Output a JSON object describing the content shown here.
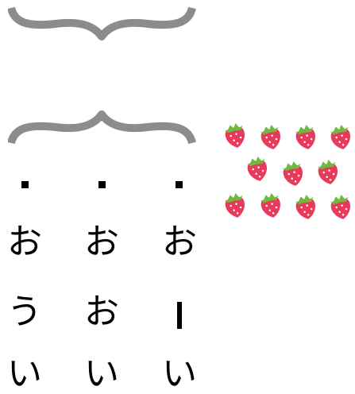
{
  "kana_columns": [
    {
      "top": "お",
      "middle": "う",
      "bottom": "い",
      "middle_type": "text"
    },
    {
      "top": "お",
      "middle": "お",
      "bottom": "い",
      "middle_type": "text"
    },
    {
      "top": "お",
      "middle": "",
      "bottom": "い",
      "middle_type": "long-vowel-bar"
    }
  ],
  "dots_count": 3,
  "strawberries": {
    "count": 11,
    "icon": "strawberry-icon"
  },
  "colors": {
    "brace": "#8c8c8c",
    "text": "#000000",
    "strawberry": "#e83a5a",
    "leaf": "#6cbb3c"
  }
}
